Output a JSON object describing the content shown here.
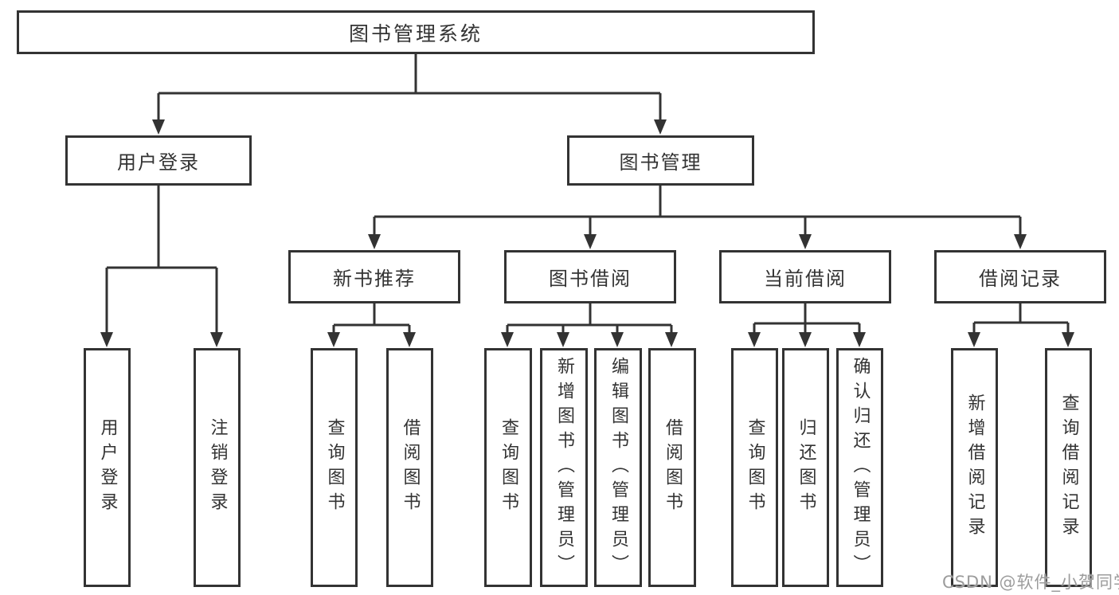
{
  "nodes": {
    "root": "图书管理系统",
    "user_login": "用户登录",
    "book_mgmt": "图书管理",
    "new_book_rec": "新书推荐",
    "book_borrow": "图书借阅",
    "current_borrow": "当前借阅",
    "borrow_record": "借阅记录",
    "leaf_user_login": "用户登录",
    "leaf_logout": "注销登录",
    "leaf_query_book_a": "查询图书",
    "leaf_borrow_book_a": "借阅图书",
    "leaf_query_book_b": "查询图书",
    "leaf_add_book": "新增图书（管理员）",
    "leaf_edit_book": "编辑图书（管理员）",
    "leaf_borrow_book_b": "借阅图书",
    "leaf_query_book_c": "查询图书",
    "leaf_return_book": "归还图书",
    "leaf_confirm_return": "确认归还（管理员）",
    "leaf_add_record": "新增借阅记录",
    "leaf_query_record": "查询借阅记录"
  },
  "structure": {
    "图书管理系统": [
      "用户登录",
      "图书管理"
    ],
    "用户登录": [
      "用户登录",
      "注销登录"
    ],
    "图书管理": [
      "新书推荐",
      "图书借阅",
      "当前借阅",
      "借阅记录"
    ],
    "新书推荐": [
      "查询图书",
      "借阅图书"
    ],
    "图书借阅": [
      "查询图书",
      "新增图书（管理员）",
      "编辑图书（管理员）",
      "借阅图书"
    ],
    "当前借阅": [
      "查询图书",
      "归还图书",
      "确认归还（管理员）"
    ],
    "借阅记录": [
      "新增借阅记录",
      "查询借阅记录"
    ]
  },
  "watermark": "CSDN @软件_小贺同学",
  "colors": {
    "line": "#333333",
    "text": "#333333",
    "watermark": "#9c9c9c",
    "background": "#ffffff"
  }
}
